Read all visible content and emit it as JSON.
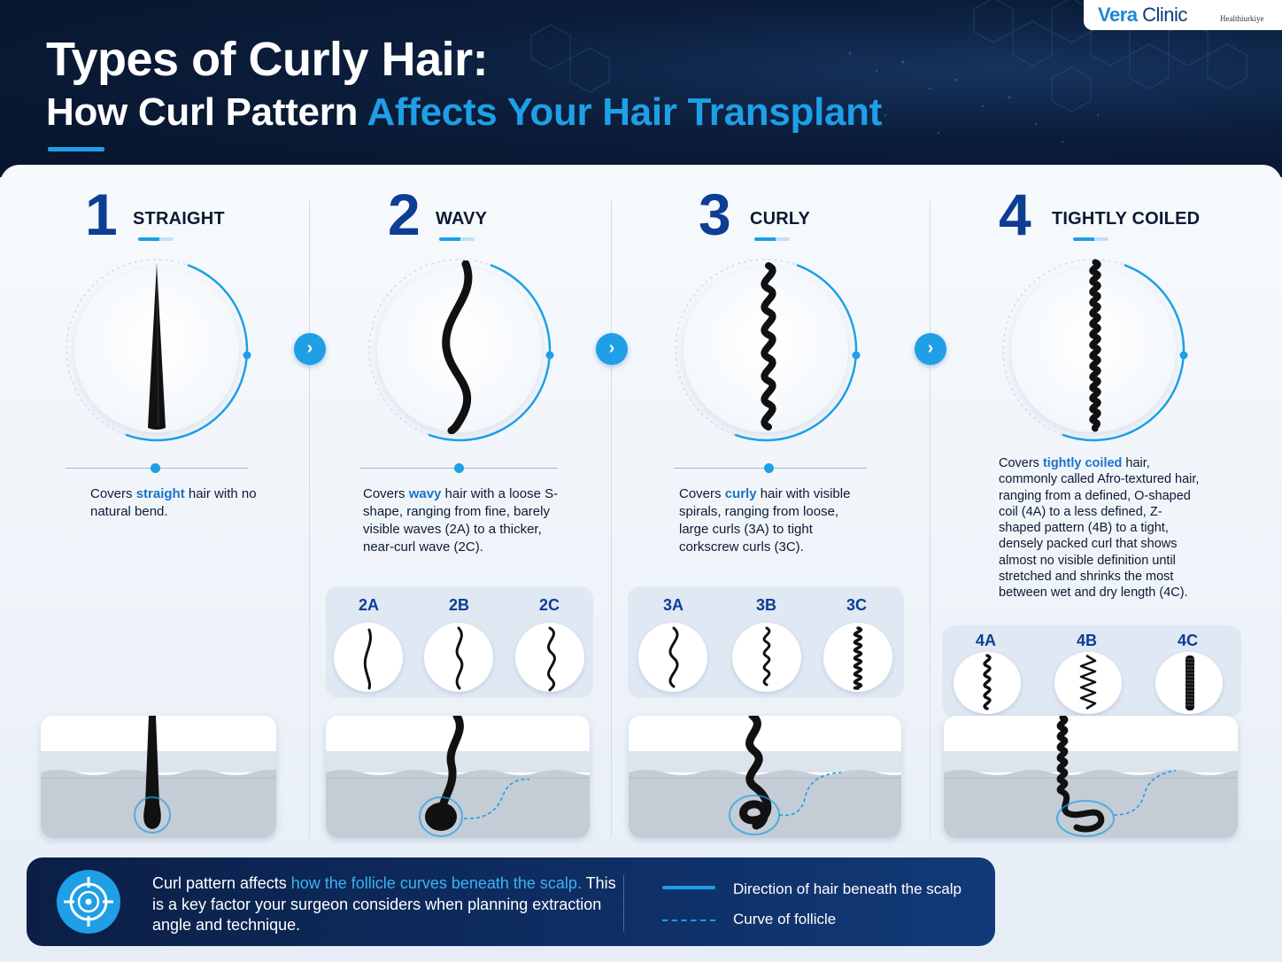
{
  "header": {
    "title_line1": "Types of Curly Hair:",
    "title_line2_plain": "How Curl Pattern ",
    "title_line2_highlight": "Affects Your Hair Transplant",
    "logo_prefix": "Vera",
    "logo_suffix": "Clinic",
    "partner_logo": "Healthiurkiye"
  },
  "types": [
    {
      "number": "1",
      "label": "STRAIGHT",
      "desc_before": "Covers ",
      "keyword": "straight",
      "desc_after": " hair with no natural bend."
    },
    {
      "number": "2",
      "label": "WAVY",
      "desc_before": "Covers ",
      "keyword": "wavy",
      "desc_after": " hair with a loose S-shape, ranging from fine, barely visible waves (2A) to a thicker, near-curl wave (2C).",
      "subtypes": [
        "2A",
        "2B",
        "2C"
      ]
    },
    {
      "number": "3",
      "label": "CURLY",
      "desc_before": "Covers ",
      "keyword": "curly",
      "desc_after": " hair with visible spirals, ranging from loose, large curls (3A) to tight corkscrew curls (3C).",
      "subtypes": [
        "3A",
        "3B",
        "3C"
      ]
    },
    {
      "number": "4",
      "label": "TIGHTLY COILED",
      "desc_before": "Covers ",
      "keyword": "tightly coiled",
      "desc_after": " hair, commonly called Afro-textured hair, ranging from a defined, O-shaped coil (4A) to a less defined, Z-shaped pattern (4B) to a tight, densely packed curl that shows almost no visible definition until stretched and shrinks the most between wet and dry length (4C).",
      "subtypes": [
        "4A",
        "4B",
        "4C"
      ]
    }
  ],
  "icons": {
    "next": "chevron-right-icon",
    "target": "crosshair-target-icon"
  },
  "colors": {
    "navy": "#0b1d3a",
    "accent_blue": "#1e9fe6",
    "number_blue": "#0d3d94",
    "keyword_blue": "#1a73c9"
  },
  "footer": {
    "note_highlight_prefix": "Curl pattern affects ",
    "note_highlight": "how the follicle curves beneath the scalp.",
    "note_rest": " This is a key factor your surgeon considers when planning extraction angle and technique.",
    "legend_solid": "Direction of hair beneath the scalp",
    "legend_dashed": "Curve of follicle"
  }
}
